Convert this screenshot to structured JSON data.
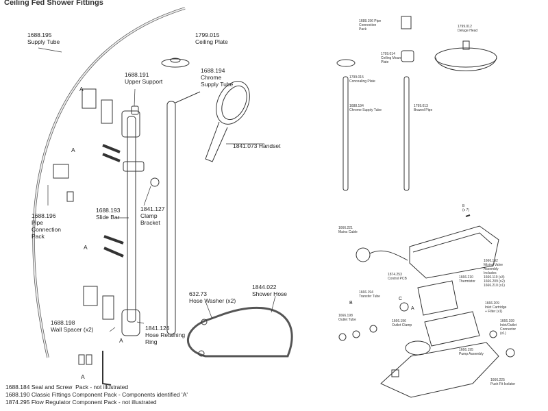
{
  "title": "Ceiling Fed Shower Fittings",
  "left_diagram": {
    "parts": [
      {
        "code": "1688.195",
        "name": "Supply Tube"
      },
      {
        "code": "1799.015",
        "name": "Ceiling Plate"
      },
      {
        "code": "1688.191",
        "name": "Upper Support"
      },
      {
        "code": "1688.194",
        "name": "Chrome\nSupply Tube"
      },
      {
        "code": "1841.073",
        "name": "Handset"
      },
      {
        "code": "1688.196",
        "name": "Pipe\nConnection\nPack"
      },
      {
        "code": "1688.193",
        "name": "Slide Bar"
      },
      {
        "code": "1841.127",
        "name": "Clamp\nBracket"
      },
      {
        "code": "632.73",
        "name": "Hose Washer (x2)"
      },
      {
        "code": "1844.022",
        "name": "Shower Hose"
      },
      {
        "code": "1688.198",
        "name": "Wall Spacer (x2)"
      },
      {
        "code": "1841.126",
        "name": "Hose Retaining\nRing"
      }
    ],
    "component_marker": "A",
    "notes": [
      "1688.184 Seal and Screw  Pack - not illustrated",
      "1688.190 Classic Fittings Component Pack - Components identified 'A'",
      "1874.295 Flow Regulator Component Pack - not illustrated"
    ]
  },
  "top_right_diagram": {
    "parts": [
      {
        "code": "1688.196",
        "name": "Pipe\nConnection\nPack"
      },
      {
        "code": "1799.012",
        "name": "Deluge Head"
      },
      {
        "code": "1799.014",
        "name": "Ceiling Mount\nPlate"
      },
      {
        "code": "1799.015",
        "name": "Concealing Plate"
      },
      {
        "code": "1688.194",
        "name": "Chrome Supply Tube"
      },
      {
        "code": "1799.013",
        "name": "Brazed Pipe"
      }
    ]
  },
  "bottom_right_diagram": {
    "parts": [
      {
        "code": "B",
        "name": "(x 7)"
      },
      {
        "code": "1666.221",
        "name": "Mains Cable"
      },
      {
        "code": "1874.253",
        "name": "Control PCB"
      },
      {
        "code": "1666.192",
        "name": "Mixing Valve\nAssembly\nIncludes\n1666.119 (x3)\n1666.209 (x2)\n1666.210 (x1)"
      },
      {
        "code": "1666.210",
        "name": "Thermistor"
      },
      {
        "code": "1666.194",
        "name": "Transfer Tube"
      },
      {
        "code": "1666.209",
        "name": "Inlet Cartridge\n+ Filter (x1)"
      },
      {
        "code": "1666.198",
        "name": "Outlet Tube"
      },
      {
        "code": "1666.199",
        "name": "Inlet/Outlet\nConnector\n(x1)"
      },
      {
        "code": "1666.196",
        "name": "Outlet Clamp"
      },
      {
        "code": "1666.195",
        "name": "Pump Assembly"
      },
      {
        "code": "1666.225",
        "name": "Push Fit Isolator"
      }
    ],
    "markers": [
      "A",
      "B",
      "C"
    ]
  }
}
